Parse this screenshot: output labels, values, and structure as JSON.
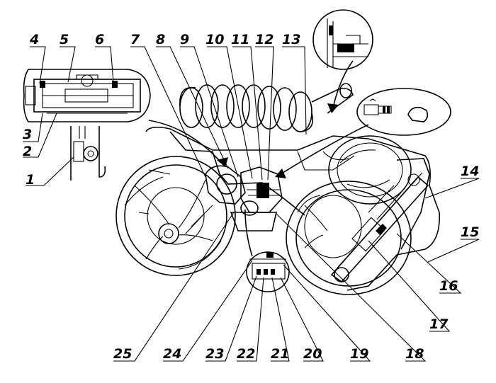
{
  "figure": {
    "background": "#ffffff",
    "ink": "#000000"
  },
  "callouts": {
    "c1": "1",
    "c2": "2",
    "c3": "3",
    "c4": "4",
    "c5": "5",
    "c6": "6",
    "c7": "7",
    "c8": "8",
    "c9": "9",
    "c10": "10",
    "c11": "11",
    "c12": "12",
    "c13": "13",
    "c14": "14",
    "c15": "15",
    "c16": "16",
    "c17": "17",
    "c18": "18",
    "c19": "19",
    "c20": "20",
    "c21": "21",
    "c22": "22",
    "c23": "23",
    "c24": "24",
    "c25": "25"
  },
  "details": {
    "top_right_inset": "seal-cross-section-detail",
    "right_inset": "grease-nipple-and-cap-detail",
    "left_inset": "axle-housing-cross-section-detail",
    "bottom_inset": "bearing-detail"
  }
}
